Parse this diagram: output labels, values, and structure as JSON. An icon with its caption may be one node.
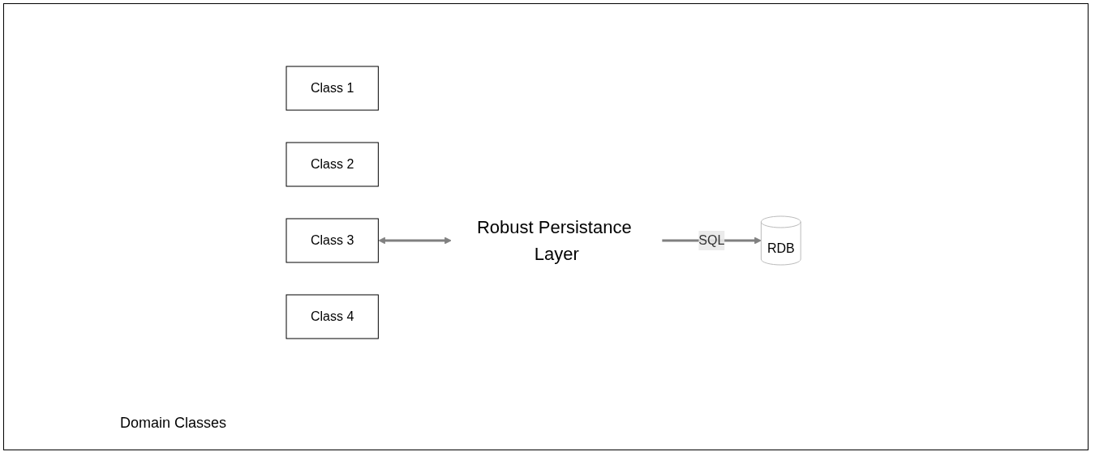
{
  "diagram": {
    "nodes": [
      {
        "text": [
          "Class 1"
        ]
      },
      {
        "text": [
          "Class 2"
        ]
      },
      {
        "text": [
          "Class 3"
        ]
      },
      {
        "text": [
          "Class 4"
        ]
      },
      {
        "text": [
          "Robust Persistance Layer"
        ]
      },
      {
        "text": [
          "RDB"
        ]
      }
    ],
    "edges": [
      {
        "from": 2,
        "to": 4,
        "arrow": "both"
      },
      {
        "from": 4,
        "to": 5,
        "arrow": "to",
        "label": "SQL"
      }
    ],
    "labels": [
      "Domain Classes"
    ]
  }
}
